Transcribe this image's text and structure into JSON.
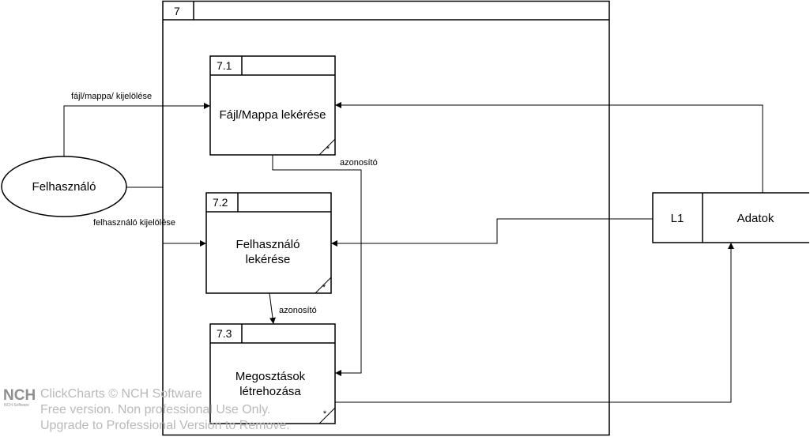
{
  "outer_process": {
    "id": "7"
  },
  "processes": [
    {
      "id": "7.1",
      "lines": [
        "Fájl/Mappa lekérése"
      ],
      "marker": "*"
    },
    {
      "id": "7.2",
      "lines": [
        "Felhasználó",
        "lekérése"
      ],
      "marker": "*"
    },
    {
      "id": "7.3",
      "lines": [
        "Megosztások",
        "létrehozása"
      ],
      "marker": "*"
    }
  ],
  "entity": {
    "name": "Felhasználó"
  },
  "data_store": {
    "id": "L1",
    "name": "Adatok"
  },
  "flows": {
    "file_select": "fájl/mappa/ kijelölése",
    "user_select": "felhasználó kijelölése",
    "id_from_71": "azonosító",
    "id_from_72": "azonosító"
  },
  "watermark": {
    "logo": "NCH",
    "logo_sub": "NCH Software",
    "line1": "ClickCharts © NCH Software",
    "line2": "Free version. Non professional Use Only.",
    "line3": "Upgrade to Professional Version to Remove."
  }
}
